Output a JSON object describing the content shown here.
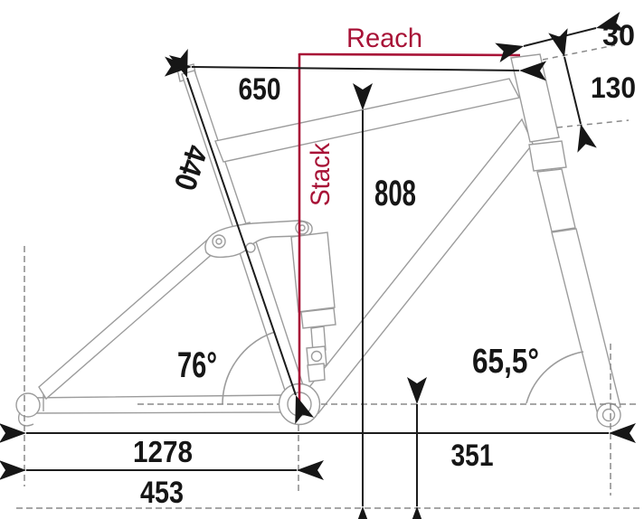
{
  "diagram": {
    "reach_label": "Reach",
    "stack_label": "Stack",
    "dim_650": "650",
    "dim_440": "440",
    "dim_808": "808",
    "dim_30": "30",
    "dim_130": "130",
    "dim_1278": "1278",
    "dim_453": "453",
    "dim_351": "351",
    "angle_seat_tube": "76°",
    "angle_head_tube": "65,5°"
  },
  "colors": {
    "accent": "#a81337",
    "frame_line": "#9c9c9c",
    "dashed_line": "#8a8a8a",
    "dimension": "#1c1c1c",
    "background": "#ffffff"
  }
}
